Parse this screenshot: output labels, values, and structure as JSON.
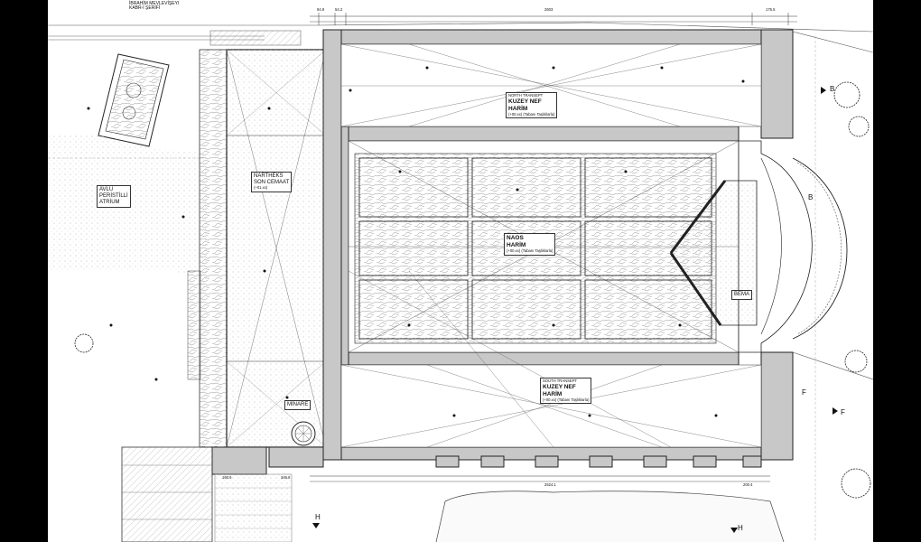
{
  "sheet": {
    "header_lines": [
      "İBRAHİM MEVLEVİŞEYI",
      "KABR-İ ŞERİFİ"
    ],
    "top_dims": [
      "94.9",
      "54.2",
      "2603",
      "175.5"
    ],
    "bottom_dims": [
      "160.6",
      "346.8",
      "2524.1",
      "200.4"
    ]
  },
  "rooms": {
    "atrium": {
      "lines": [
        "AVLU",
        "PERİSTİLLİ",
        "ATRİUM"
      ]
    },
    "narthex": {
      "lines": [
        "NARTHEKS",
        "SON CEMAAT"
      ],
      "note": "(+01.xx)"
    },
    "north_transept": {
      "lines": [
        "NORTH TRANSEPT",
        "KUZEY NEF",
        "HARİM"
      ],
      "note": "(+00.xx) (Tabanı Taşlıklarla)"
    },
    "naos": {
      "lines": [
        "NAOS",
        "HARİM"
      ],
      "note": "(+00.xx) (Tabanı Taşlıklarla)"
    },
    "south_transept": {
      "lines": [
        "SOUTH TRANSEPT",
        "KUZEY NEF",
        "HARİM"
      ],
      "note": "(+00.xx) (Tabanı Taşlıklarla)"
    },
    "bema": {
      "lines": [
        "BEMA"
      ]
    },
    "minaret": {
      "lines": [
        "MİNARE"
      ]
    }
  },
  "section_marks": [
    "B",
    "B",
    "F",
    "F",
    "H",
    "H"
  ]
}
